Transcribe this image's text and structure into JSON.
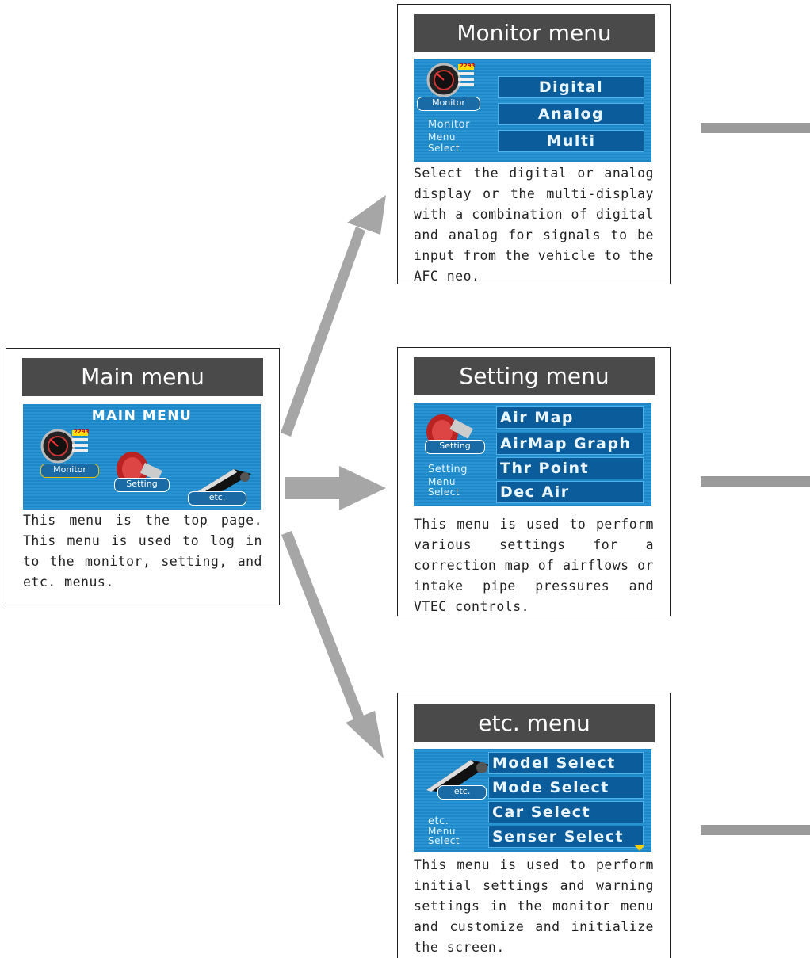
{
  "main": {
    "title": "Main menu",
    "screen_heading": "MAIN MENU",
    "icons": {
      "monitor": "Monitor",
      "setting": "Setting",
      "etc": "etc.",
      "gauge_value": "2293"
    },
    "description": "This menu is the top page. This menu is used to log in to the monitor, setting, and etc. menus."
  },
  "monitor": {
    "title": "Monitor menu",
    "badge": "Monitor",
    "gauge_value": "2293",
    "side_label": [
      "Monitor",
      "Menu",
      "Select"
    ],
    "options": [
      "Digital",
      "Analog",
      "Multi"
    ],
    "description": "Select the digital or analog display or the multi-display with a combination of digital and analog for signals to be input from the vehicle to the AFC neo."
  },
  "setting": {
    "title": "Setting menu",
    "badge": "Setting",
    "side_label": [
      "Setting",
      "Menu",
      "Select"
    ],
    "options": [
      "Air Map",
      "AirMap Graph",
      "Thr Point",
      "Dec Air"
    ],
    "description": "This menu is used to perform various settings for a correction map of airflows or intake pipe pressures and VTEC controls."
  },
  "etc": {
    "title": "etc. menu",
    "badge": "etc.",
    "side_label": [
      "etc.",
      "Menu",
      "Select"
    ],
    "options": [
      "Model Select",
      "Mode Select",
      "Car Select",
      "Senser Select"
    ],
    "description": "This menu is used to perform initial settings and warning settings in the monitor menu and customize and initialize the screen."
  },
  "colors": {
    "screen_blue": "#1d87c8",
    "option_blue": "#0a5c9a",
    "title_bar": "#4a4a4a",
    "arrow_gray": "#a6a6a6"
  },
  "icon_names": [
    "gauge-icon",
    "air-filter-icon",
    "car-unit-icon",
    "arrow-icon",
    "scroll-down-icon"
  ]
}
